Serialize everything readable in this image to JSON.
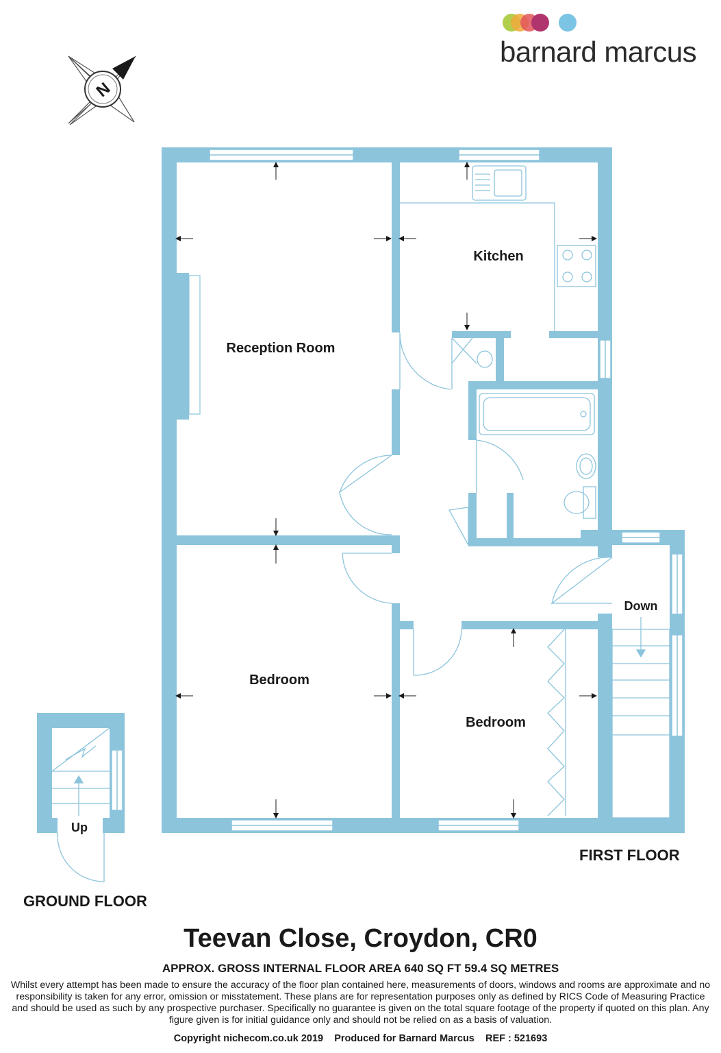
{
  "brand": {
    "name": "barnard marcus",
    "dot_colors": [
      "#a8c93a",
      "#f0a93c",
      "#e2565b",
      "#b0346e",
      "#7cc4e4"
    ]
  },
  "compass": {
    "letter": "N"
  },
  "rooms": {
    "reception": "Reception Room",
    "kitchen": "Kitchen",
    "bedroom_1": "Bedroom",
    "bedroom_2": "Bedroom",
    "stairs_down": "Down",
    "stairs_up": "Up"
  },
  "floors": {
    "first": "FIRST FLOOR",
    "ground": "GROUND FLOOR"
  },
  "title": "Teevan Close, Croydon, CR0",
  "area": "APPROX. GROSS INTERNAL FLOOR AREA 640 SQ FT 59.4 SQ METRES",
  "disclaimer": "Whilst every attempt has been made to ensure the accuracy of the floor plan contained here, measurements of doors, windows and rooms are approximate and no responsibility is taken for any error, omission or misstatement. These plans are for representation purposes only as defined by RICS Code of Measuring Practice and should be used as such by any prospective purchaser.  Specifically no guarantee is given on the total square footage of the property if quoted on this plan. Any figure given is for initial guidance only and should not be relied on as a basis of valuation.",
  "footer": "Copyright nichecom.co.uk 2019    Produced for Barnard Marcus    REF : 521693",
  "colors": {
    "wall": "#8cc4dc",
    "text": "#1a1a1a"
  }
}
